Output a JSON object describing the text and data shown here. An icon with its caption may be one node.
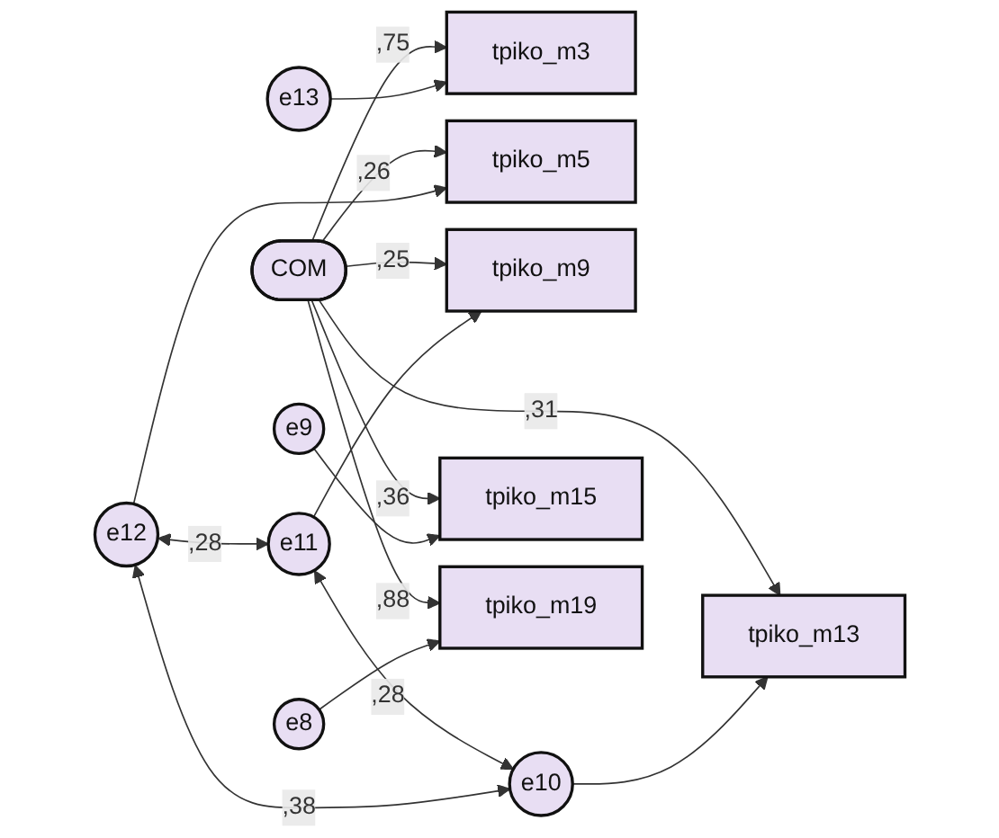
{
  "diagram": {
    "nodes": [
      {
        "text": [
          "e13"
        ]
      },
      {
        "text": [
          "tpiko_m3"
        ]
      },
      {
        "text": [
          "e12"
        ]
      },
      {
        "text": [
          "tpiko_m5"
        ]
      },
      {
        "text": [
          "e11"
        ]
      },
      {
        "text": [
          "tpiko_m9"
        ]
      },
      {
        "text": [
          "e10"
        ]
      },
      {
        "text": [
          "tpiko_m13"
        ]
      },
      {
        "text": [
          "e9"
        ]
      },
      {
        "text": [
          "tpiko_m15"
        ]
      },
      {
        "text": [
          "e8"
        ]
      },
      {
        "text": [
          "tpiko_m19"
        ]
      },
      {
        "text": [
          "COM"
        ]
      }
    ],
    "edges": [
      {
        "from": 0,
        "to": 1,
        "arrow": "to"
      },
      {
        "from": 2,
        "to": 3,
        "arrow": "to"
      },
      {
        "from": 4,
        "to": 5,
        "arrow": "to"
      },
      {
        "from": 6,
        "to": 7,
        "arrow": "to"
      },
      {
        "from": 8,
        "to": 9,
        "arrow": "to"
      },
      {
        "from": 10,
        "to": 11,
        "arrow": "to"
      },
      {
        "from": 2,
        "to": 4,
        "arrow": "both",
        "label": ",28"
      },
      {
        "from": 2,
        "to": 6,
        "arrow": "both",
        "label": ",38"
      },
      {
        "from": 4,
        "to": 6,
        "arrow": "both",
        "label": ",28"
      },
      {
        "from": 12,
        "to": 1,
        "arrow": "to",
        "label": ",75"
      },
      {
        "from": 12,
        "to": 3,
        "arrow": "to",
        "label": ",26"
      },
      {
        "from": 12,
        "to": 5,
        "arrow": "to",
        "label": ",25"
      },
      {
        "from": 12,
        "to": 7,
        "arrow": "to",
        "label": ",31"
      },
      {
        "from": 12,
        "to": 9,
        "arrow": "to",
        "label": ",36"
      },
      {
        "from": 12,
        "to": 11,
        "arrow": "to",
        "label": ",88"
      }
    ]
  }
}
